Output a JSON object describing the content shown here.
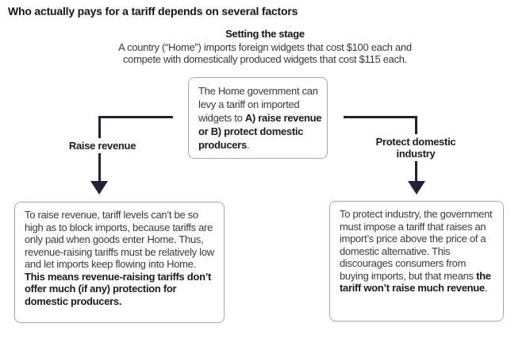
{
  "page": {
    "title": "Who actually pays for a tariff depends on several factors"
  },
  "stage": {
    "heading": "Setting the stage",
    "lines": [
      "A country (“Home”) imports foreign widgets that cost $100 each and",
      "compete with domestically produced widgets that cost $115 each."
    ]
  },
  "root_box": {
    "segments": [
      {
        "text": "The Home government can levy a tariff on imported widgets to ",
        "bold": false
      },
      {
        "text": "A) raise revenue or B) protect domestic producers",
        "bold": true
      },
      {
        "text": ".",
        "bold": false
      }
    ]
  },
  "branches": {
    "left": {
      "label": "Raise revenue",
      "box": {
        "segments": [
          {
            "text": "To raise revenue, tariff levels can’t be so high as to block imports, because tariffs are only paid when goods enter Home. Thus, revenue-raising tariffs must be relatively low and let imports keep flowing into Home. ",
            "bold": false
          },
          {
            "text": "This means revenue-raising tariffs don’t offer much (if any) protection for domestic producers.",
            "bold": true
          }
        ]
      }
    },
    "right": {
      "label": "Protect domestic industry",
      "box": {
        "segments": [
          {
            "text": "To protect industry, the government must impose a tariff that raises an import’s price above the price of a domestic alternative. This discourages consumers from buying imports, but that means ",
            "bold": false
          },
          {
            "text": "the tariff won’t raise much revenue",
            "bold": true
          },
          {
            "text": ".",
            "bold": false
          }
        ]
      }
    }
  },
  "colors": {
    "title": "#151515",
    "text": "#3a3a3a",
    "bold_text": "#1c1c1c",
    "connector": "#232038",
    "box_border": "#a8a8a8",
    "background": "#ffffff"
  }
}
